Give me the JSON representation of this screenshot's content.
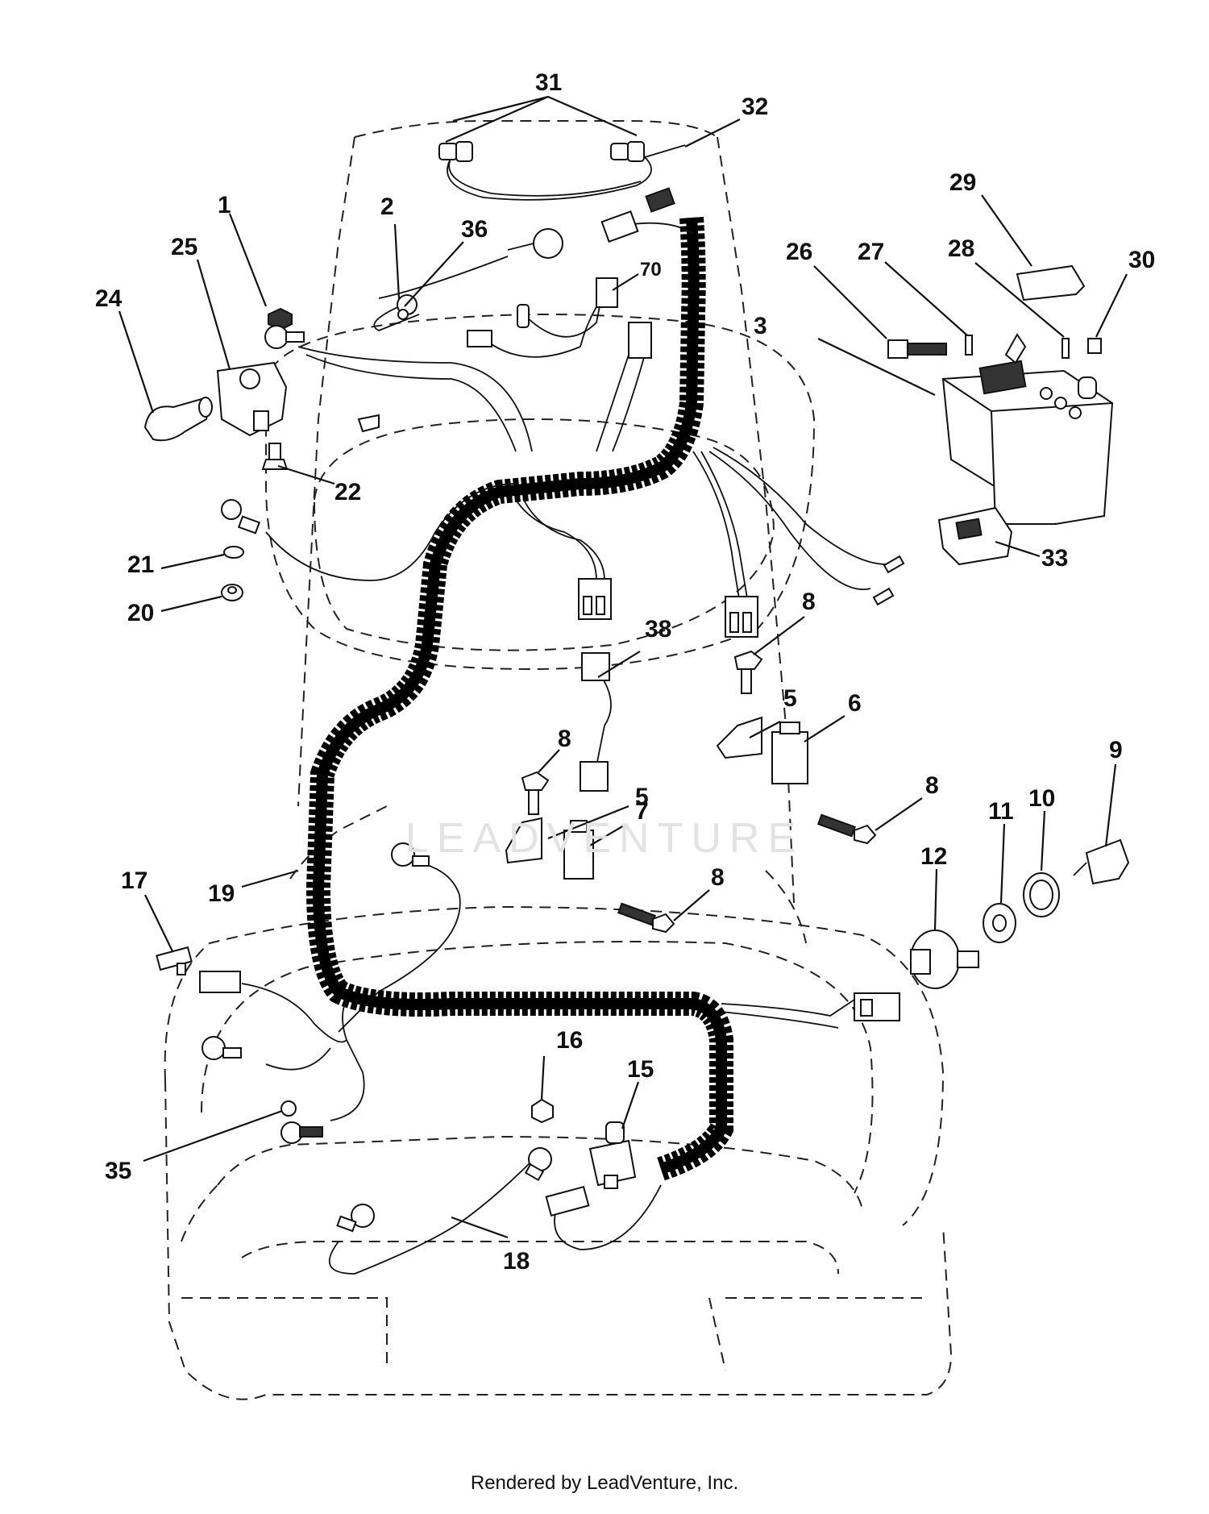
{
  "watermark": "LEADVENTURE",
  "footer": "Rendered by LeadVenture, Inc.",
  "callouts": {
    "c1": "1",
    "c2": "2",
    "c3": "3",
    "c5a": "5",
    "c5b": "5",
    "c6": "6",
    "c7": "7",
    "c8a": "8",
    "c8b": "8",
    "c8c": "8",
    "c8d": "8",
    "c9": "9",
    "c10": "10",
    "c11": "11",
    "c12": "12",
    "c15": "15",
    "c16": "16",
    "c17": "17",
    "c18": "18",
    "c19": "19",
    "c20": "20",
    "c21": "21",
    "c22": "22",
    "c24": "24",
    "c25": "25",
    "c26": "26",
    "c27": "27",
    "c28": "28",
    "c29": "29",
    "c30": "30",
    "c31": "31",
    "c32": "32",
    "c33": "33",
    "c35": "35",
    "c36": "36",
    "c38": "38",
    "c70": "70"
  }
}
